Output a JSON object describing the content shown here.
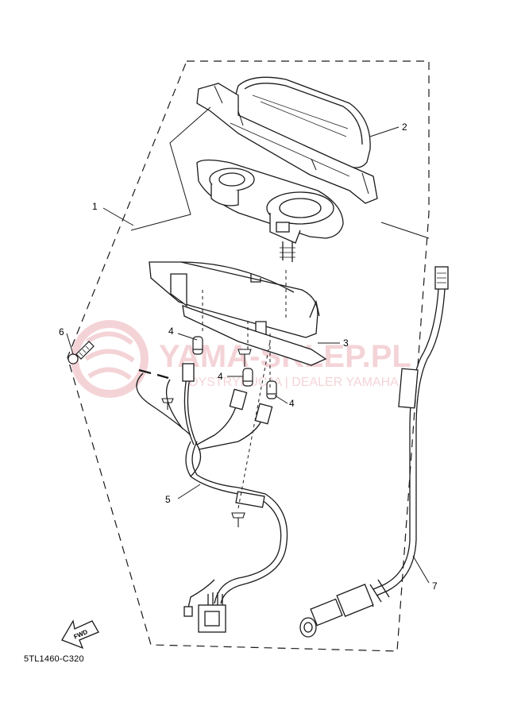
{
  "diagram": {
    "diagram_code": "5TL1460-C320",
    "fwd_label": "FWD",
    "callouts": [
      "1",
      "2",
      "3",
      "4",
      "4",
      "4",
      "5",
      "6",
      "7"
    ],
    "watermark": {
      "main": "YAMA-SKLEP.PL",
      "sub": "DYSTRYBUCJA | DEALER YAMAHA",
      "color": "#e8a0a8"
    },
    "line_color": "#1a1a1a"
  }
}
